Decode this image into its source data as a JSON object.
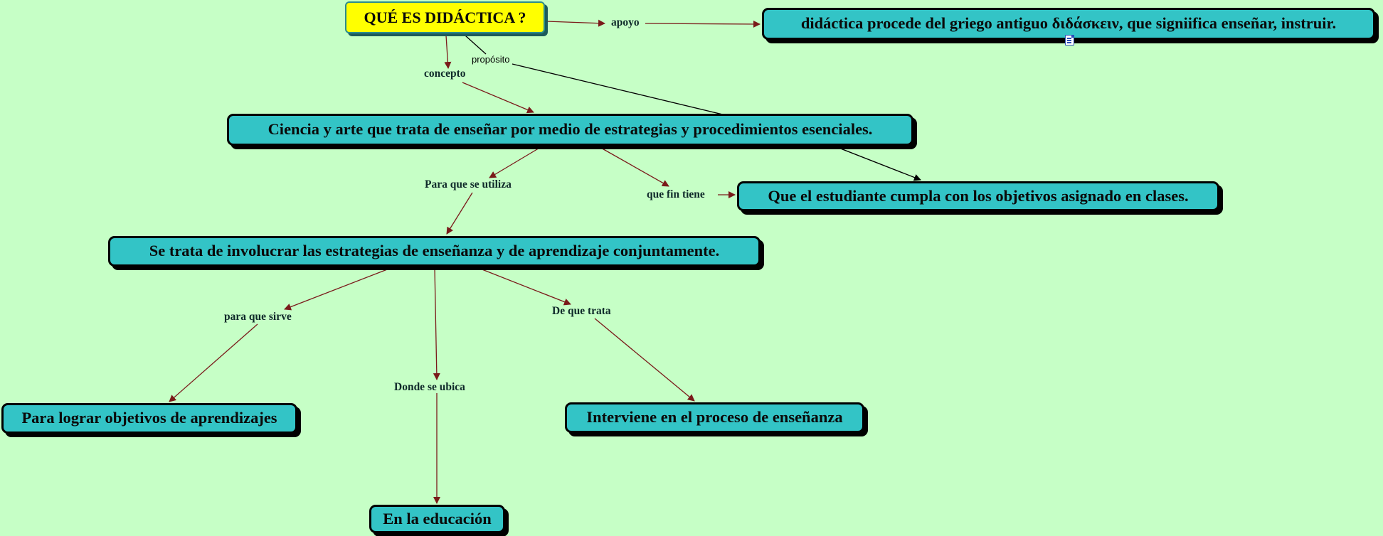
{
  "concepts": {
    "root": "QUÉ ES DIDÁCTICA ?",
    "origin": "didáctica procede del griego antiguo διδάσκειν, que signiifica enseñar, instruir.",
    "definition": "Ciencia y arte que trata de enseñar por medio de estrategias y procedimientos esenciales.",
    "goal": "Que el estudiante cumpla con los objetivos asignado en clases.",
    "strategies": "Se trata de involucrar las estrategias de enseñanza y de aprendizaje conjuntamente.",
    "objectives": "Para lograr objetivos de aprendizajes",
    "process": "Interviene en el proceso de enseñanza",
    "education": "En la educación"
  },
  "link_labels": {
    "apoyo": "apoyo",
    "proposito": "propósito",
    "concepto": "concepto",
    "para_que_se_utiliza": "Para que se utiliza",
    "que_fin_tiene": "que fin tiene",
    "para_que_sirve": "para que sirve",
    "donde_se_ubica": "Donde se ubica",
    "de_que_trata": "De que trata"
  },
  "icons": {
    "resource": "document-icon"
  },
  "colors": {
    "background": "#c6ffc6",
    "concept_fill": "#33c4c6",
    "root_fill": "#ffff00",
    "arrow": "#7a1a1a",
    "plain_line": "#000000"
  }
}
